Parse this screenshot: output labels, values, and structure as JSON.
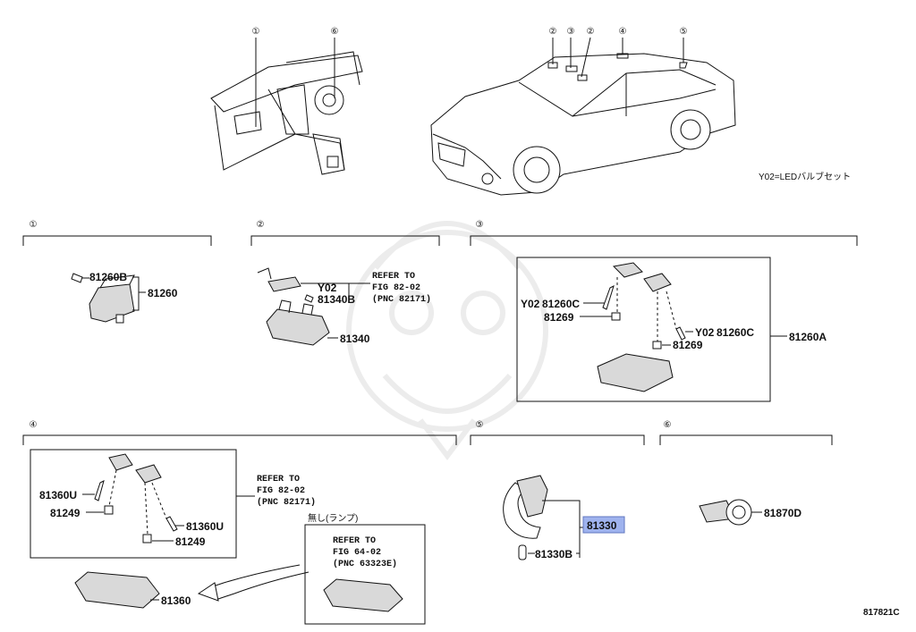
{
  "note_led": "Y02=LEDバルブセット",
  "diagram_code": "817821C",
  "circles": [
    "①",
    "②",
    "③",
    "④",
    "⑤",
    "⑥"
  ],
  "group1": {
    "p81260B": "81260B",
    "p81260": "81260"
  },
  "group2": {
    "y02": "Y02",
    "p81340B": "81340B",
    "p81340": "81340",
    "ref": [
      "REFER TO",
      "FIG 82-02",
      "(PNC 82171)"
    ]
  },
  "group3": {
    "y02_left": "Y02",
    "p81260C_left": "81260C",
    "p81269_left": "81269",
    "y02_right": "Y02",
    "p81260C_right": "81260C",
    "p81269_right": "81269",
    "p81260A": "81260A"
  },
  "group4": {
    "p81360U_left": "81360U",
    "p81249_left": "81249",
    "p81360U_right": "81360U",
    "p81249_right": "81249",
    "p81360": "81360",
    "ref": [
      "REFER TO",
      "FIG 82-02",
      "(PNC 82171)"
    ],
    "no_lamp": "無し(ランプ)",
    "ref2": [
      "REFER TO",
      "FIG 64-02",
      "(PNC 63323E)"
    ]
  },
  "group5": {
    "p81330": "81330",
    "p81330B": "81330B",
    "highlight_color": "#9fb3ee"
  },
  "group6": {
    "p81870D": "81870D"
  }
}
